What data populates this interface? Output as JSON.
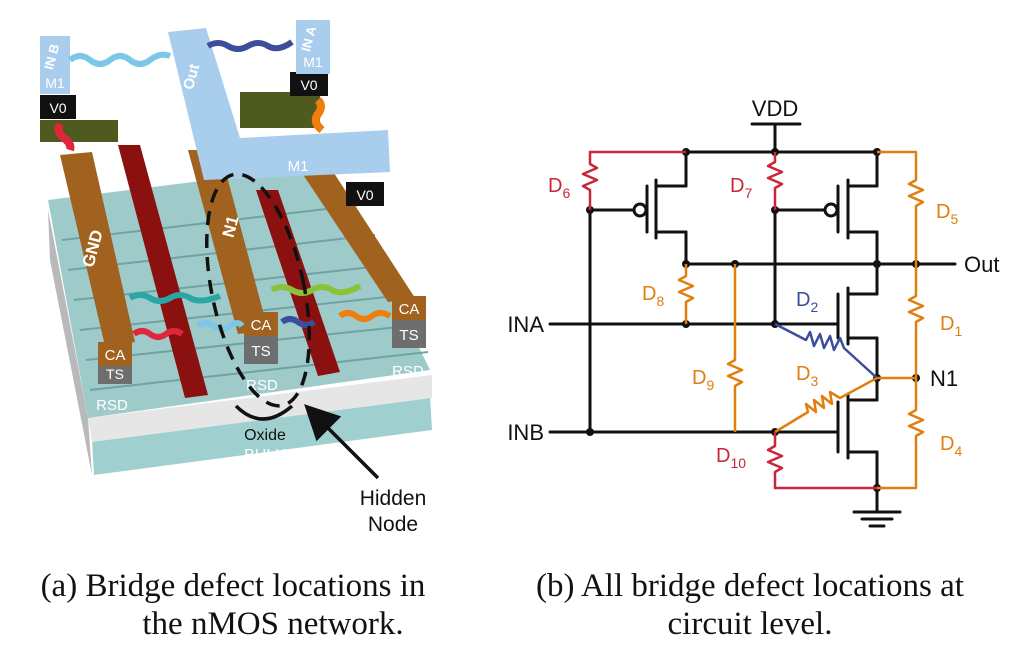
{
  "panel_a": {
    "layers": {
      "m1": "M1",
      "v0": "V0",
      "ca": "CA",
      "ts": "TS",
      "rsd": "RSD",
      "oxide": "Oxide",
      "bulk": "BULK"
    },
    "nets": {
      "inb": "IN B",
      "ina": "IN A",
      "out": "Out",
      "gnd": "GND",
      "n1": "N1"
    },
    "hidden_node": [
      "Hidden",
      "Node"
    ],
    "caption": [
      "(a) Bridge defect locations in",
      "the nMOS network."
    ]
  },
  "panel_b": {
    "nodes": {
      "vdd": "VDD",
      "out": "Out",
      "ina": "INA",
      "inb": "INB",
      "n1": "N1"
    },
    "defects": [
      {
        "label": "D",
        "sub": "1",
        "color": "#e07f10"
      },
      {
        "label": "D",
        "sub": "2",
        "color": "#3c4d9c"
      },
      {
        "label": "D",
        "sub": "3",
        "color": "#e07f10"
      },
      {
        "label": "D",
        "sub": "4",
        "color": "#e07f10"
      },
      {
        "label": "D",
        "sub": "5",
        "color": "#e07f10"
      },
      {
        "label": "D",
        "sub": "6",
        "color": "#c8263a"
      },
      {
        "label": "D",
        "sub": "7",
        "color": "#c8263a"
      },
      {
        "label": "D",
        "sub": "8",
        "color": "#e07f10"
      },
      {
        "label": "D",
        "sub": "9",
        "color": "#e07f10"
      },
      {
        "label": "D",
        "sub": "10",
        "color": "#c8263a"
      }
    ],
    "caption": [
      "(b) All bridge defect locations at",
      "circuit level."
    ]
  },
  "colors": {
    "poly_red": "#8b1111",
    "metal_brown": "#a0621e",
    "m1_blue": "#a9cdec",
    "v0_black": "#111111",
    "rsd_teal": "#9bcaca",
    "defect_red": "#c8263a",
    "defect_orange": "#e07f10",
    "defect_blue": "#3c4d9c"
  }
}
